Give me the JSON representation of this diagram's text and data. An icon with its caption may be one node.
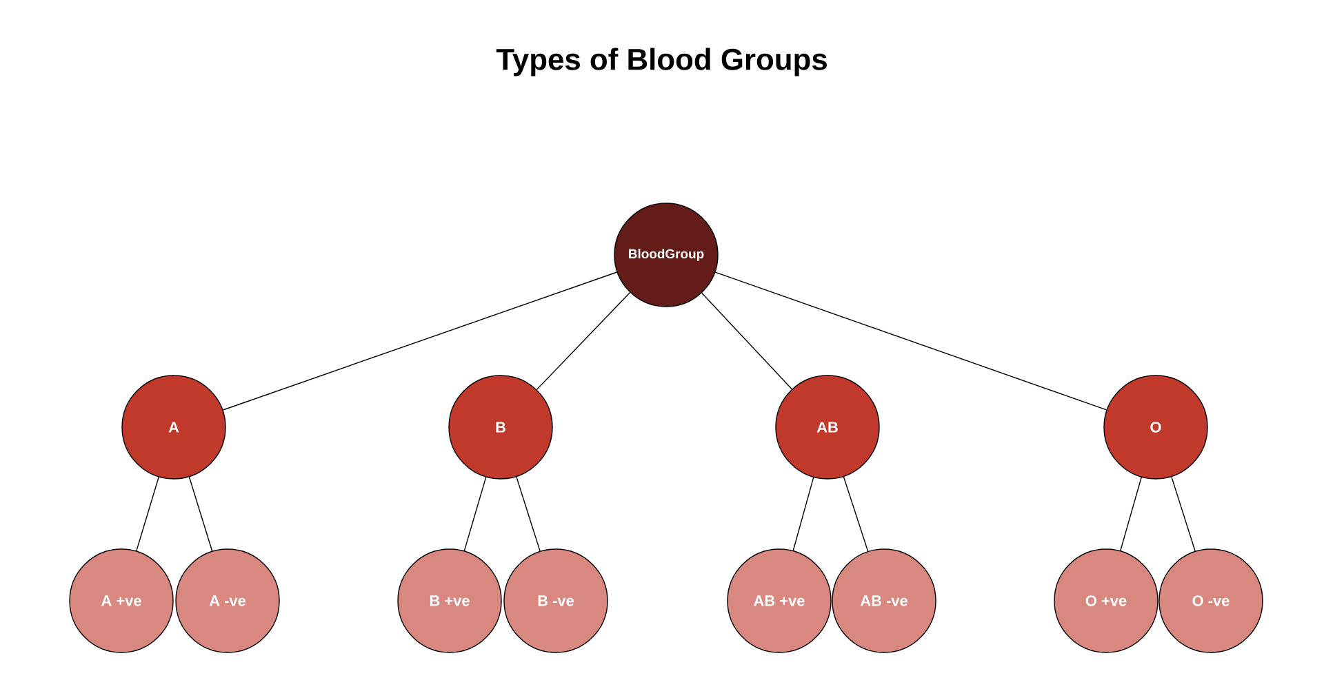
{
  "diagram": {
    "title": "Types of Blood Groups",
    "nodes": [
      {
        "text": [
          "BloodGroup"
        ]
      },
      {
        "text": [
          "A"
        ]
      },
      {
        "text": [
          "B"
        ]
      },
      {
        "text": [
          "AB"
        ]
      },
      {
        "text": [
          "O"
        ]
      },
      {
        "text": [
          "A +ve"
        ]
      },
      {
        "text": [
          "A -ve"
        ]
      },
      {
        "text": [
          "B +ve"
        ]
      },
      {
        "text": [
          "B -ve"
        ]
      },
      {
        "text": [
          "AB +ve"
        ]
      },
      {
        "text": [
          "AB -ve"
        ]
      },
      {
        "text": [
          "O +ve"
        ]
      },
      {
        "text": [
          "O -ve"
        ]
      }
    ],
    "edges": [
      {
        "from": 0,
        "to": 1,
        "arrow": "none"
      },
      {
        "from": 0,
        "to": 2,
        "arrow": "none"
      },
      {
        "from": 0,
        "to": 3,
        "arrow": "none"
      },
      {
        "from": 0,
        "to": 4,
        "arrow": "none"
      },
      {
        "from": 1,
        "to": 5,
        "arrow": "none"
      },
      {
        "from": 1,
        "to": 6,
        "arrow": "none"
      },
      {
        "from": 2,
        "to": 7,
        "arrow": "none"
      },
      {
        "from": 2,
        "to": 8,
        "arrow": "none"
      },
      {
        "from": 3,
        "to": 9,
        "arrow": "none"
      },
      {
        "from": 3,
        "to": 10,
        "arrow": "none"
      },
      {
        "from": 4,
        "to": 11,
        "arrow": "none"
      },
      {
        "from": 4,
        "to": 12,
        "arrow": "none"
      }
    ]
  }
}
